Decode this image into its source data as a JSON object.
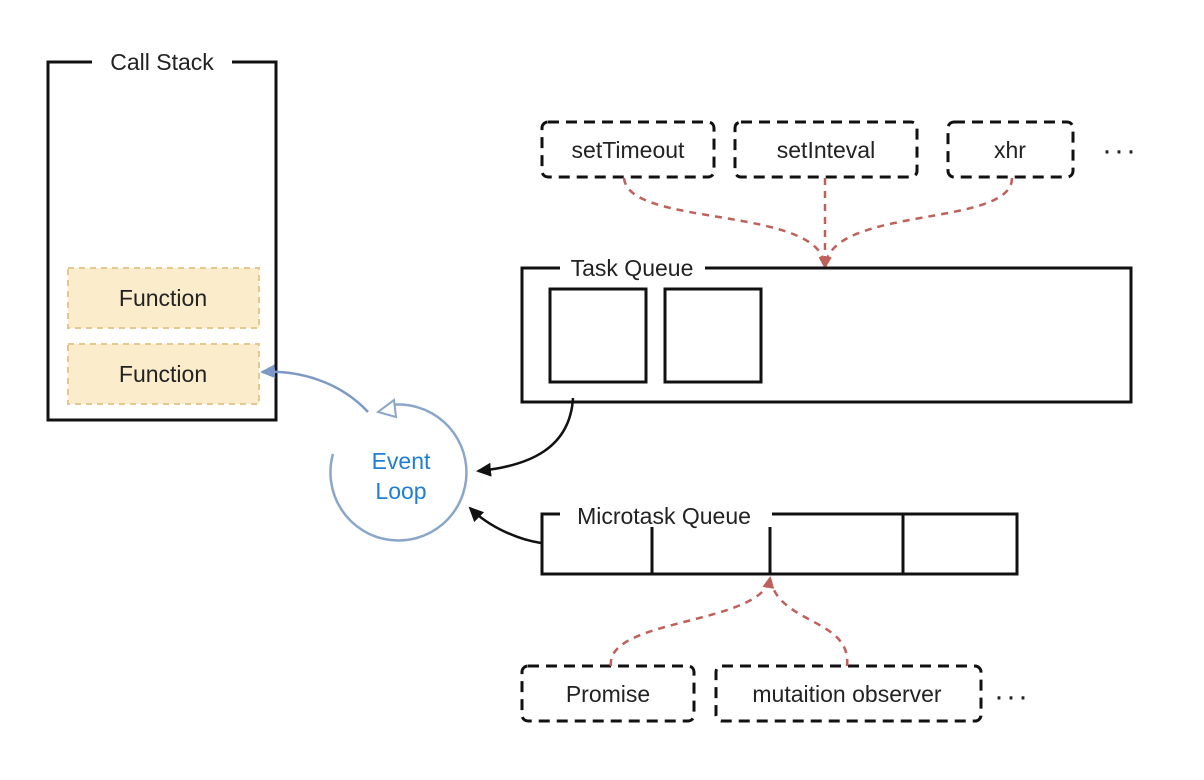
{
  "call_stack": {
    "title": "Call Stack",
    "frames": [
      "Function",
      "Function"
    ],
    "frame_fill": "#fbeccb",
    "frame_border": "#e3c98f"
  },
  "event_loop": {
    "line1": "Event",
    "line2": "Loop",
    "color": "#1f7fd6",
    "ring_color": "#8aa6c9"
  },
  "web_apis": {
    "items": [
      "setTimeout",
      "setInteval",
      "xhr"
    ],
    "more": "···"
  },
  "task_queue": {
    "title": "Task Queue"
  },
  "microtask_queue": {
    "title": "Microtask Queue"
  },
  "microtask_sources": {
    "items": [
      "Promise",
      "mutaition observer"
    ],
    "more": "···"
  },
  "colors": {
    "dashed_arrow": "#c0605a",
    "solid_arrow": "#111111",
    "outline": "#111111"
  }
}
